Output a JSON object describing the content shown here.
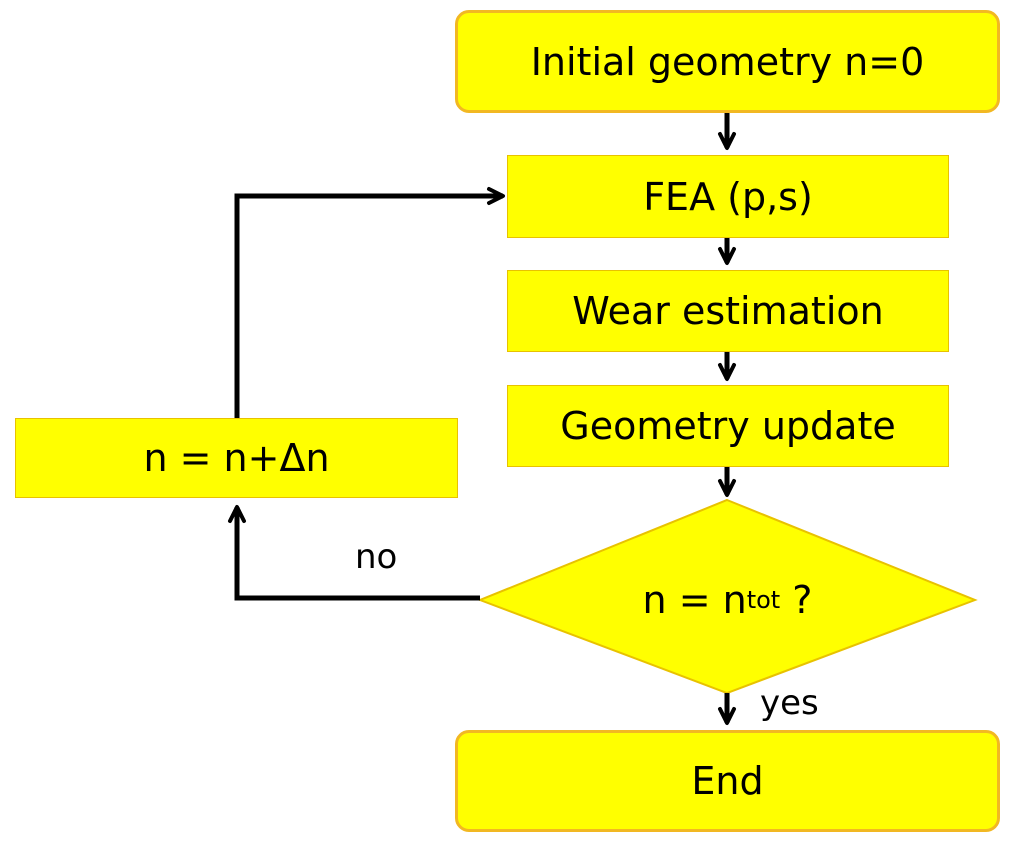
{
  "colors": {
    "box_fill": "#ffff00",
    "terminal_border": "#f2b822",
    "process_border": "#e8c200",
    "line": "#000000"
  },
  "nodes": {
    "start": "Initial geometry n=0",
    "fea": "FEA (p,s)",
    "wear": "Wear estimation",
    "update": "Geometry update",
    "increment": "n = n+Δn",
    "decision": {
      "prefix": "n = n",
      "subscript": "tot",
      "suffix": " ?"
    },
    "end": "End"
  },
  "labels": {
    "no": "no",
    "yes": "yes"
  }
}
